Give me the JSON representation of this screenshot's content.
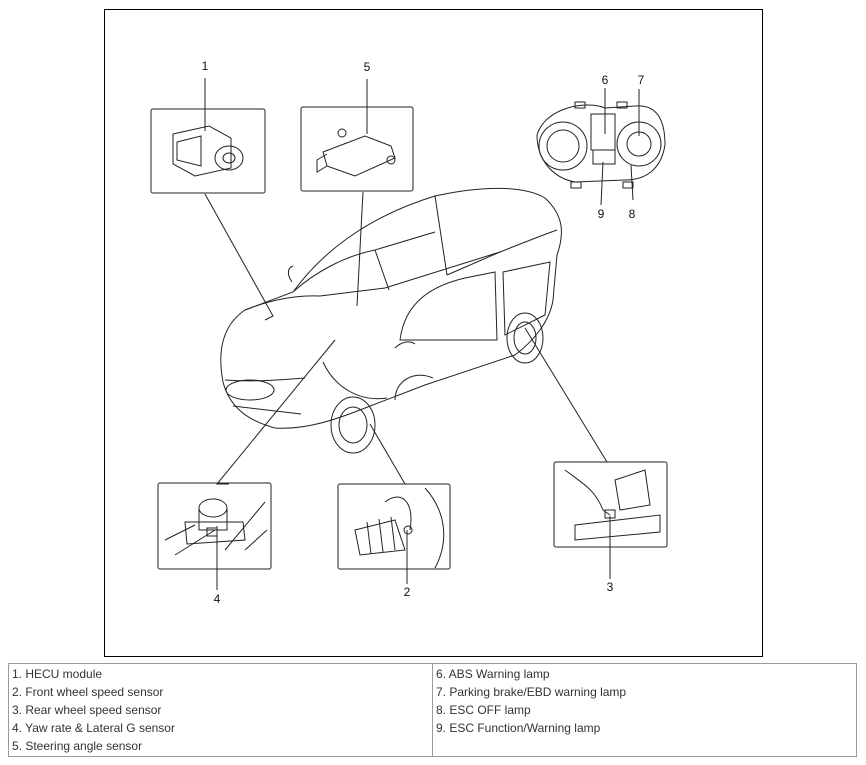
{
  "callouts": [
    "1",
    "2",
    "3",
    "4",
    "5",
    "6",
    "7",
    "8",
    "9"
  ],
  "legend": {
    "left": [
      "1. HECU module",
      "2. Front wheel speed sensor",
      "3. Rear wheel speed sensor",
      "4. Yaw rate & Lateral G sensor",
      "5. Steering angle sensor"
    ],
    "right": [
      "6. ABS Warning lamp",
      "7. Parking brake/EBD warning lamp",
      "8. ESC OFF lamp",
      "9. ESC Function/Warning lamp"
    ]
  },
  "colors": {
    "line": "#222222",
    "border": "#9a9a9a"
  }
}
